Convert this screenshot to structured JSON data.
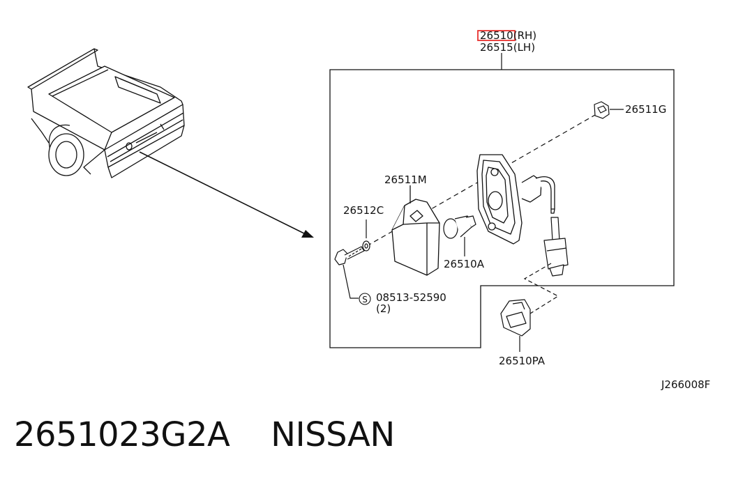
{
  "labels": {
    "rh_part": "26510(RH)",
    "lh_part": "26515(LH)",
    "clip": "26511G",
    "lens": "26511M",
    "washer": "26512C",
    "bulb": "26510A",
    "screw": "08513-52590",
    "screw_qty": "(2)",
    "screw_symbol": "S",
    "socket": "26510PA",
    "drawing_code": "J266008F"
  },
  "caption": {
    "part_number": "2651023G2A",
    "brand": "NISSAN"
  },
  "colors": {
    "line": "#111111",
    "highlight": "#e8312f"
  }
}
